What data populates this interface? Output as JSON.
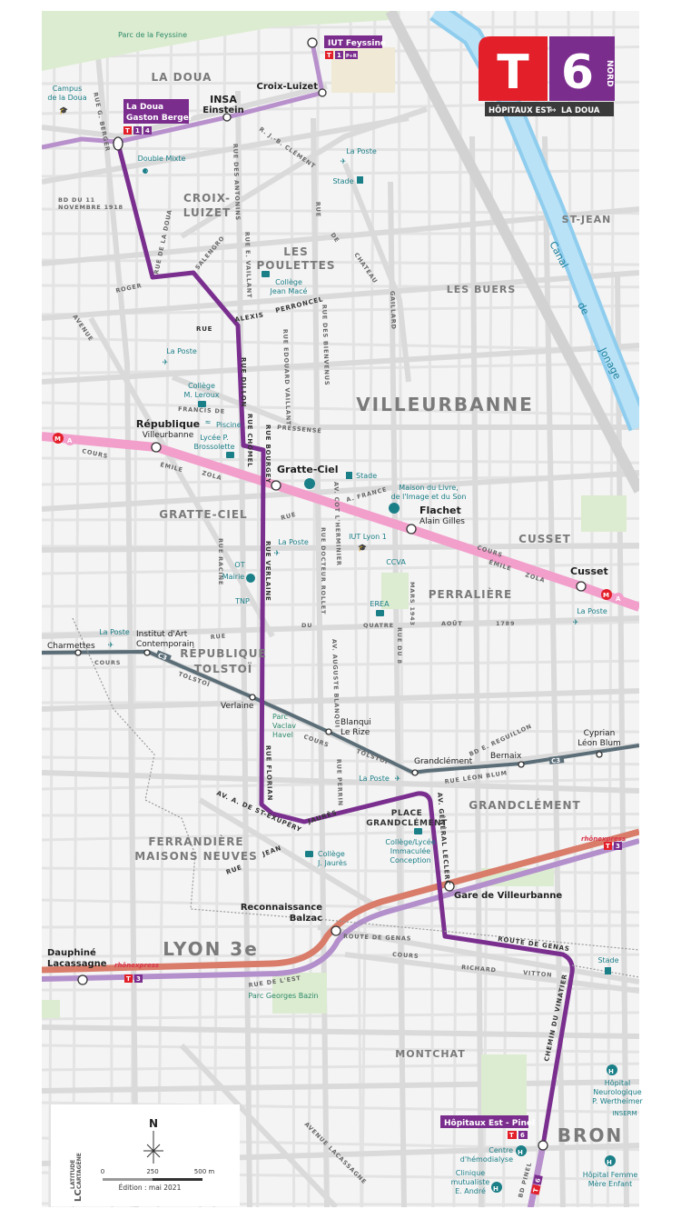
{
  "header": {
    "letter": "T",
    "number": "6",
    "direction": "NORD",
    "from": "HÔPITAUX EST",
    "to": "LA DOUA",
    "arrow_icon": "double-arrow-icon",
    "red": "#e3202a",
    "purple": "#7b2d8e"
  },
  "lines": {
    "t6": {
      "color": "#7a2f8f"
    },
    "t1": {
      "color": "#b890cc"
    },
    "t3": {
      "color": "#b38fcb"
    },
    "metro_a": {
      "color": "#f29fcb",
      "badge_m": "M",
      "badge_a": "A"
    },
    "c3": {
      "color": "#5b6e78",
      "badge": "C3"
    },
    "rhonexpress": {
      "color": "#d97c6a",
      "label": "rhônexpress"
    }
  },
  "badges": {
    "t": "T",
    "one": "1",
    "four": "4",
    "six": "6",
    "three": "3",
    "pr": "P+R"
  },
  "stations": [
    {
      "name": "IUT Feyssine"
    },
    {
      "name": "Croix-Luizet"
    },
    {
      "name": "INSA",
      "sub": "Einstein"
    },
    {
      "name": "La Doua",
      "sub": "Gaston Berger"
    },
    {
      "name": "République",
      "sub": "Villeurbanne"
    },
    {
      "name": "Gratte-Ciel"
    },
    {
      "name": "Flachet",
      "sub": "Alain Gilles"
    },
    {
      "name": "Cusset"
    },
    {
      "name": "Charmettes"
    },
    {
      "name": "Institut d'Art",
      "sub": "Contemporain"
    },
    {
      "name": "Verlaine"
    },
    {
      "name": "Blanqui",
      "sub": "Le Rize"
    },
    {
      "name": "Grandclément"
    },
    {
      "name": "Bernaix"
    },
    {
      "name": "Cyprian",
      "sub": "Léon Blum"
    },
    {
      "name": "Gare de Villeurbanne"
    },
    {
      "name": "Reconnaissance",
      "sub": "Balzac"
    },
    {
      "name": "Dauphiné",
      "sub": "Lacassagne"
    },
    {
      "name": "Hôpitaux Est - Pinel"
    }
  ],
  "districts": [
    "LA DOUA",
    "CROIX-",
    "LUIZET",
    "LES",
    "POULETTES",
    "VILLEURBANNE",
    "LES BUERS",
    "ST-JEAN",
    "GRATTE-CIEL",
    "CUSSET",
    "PERRALIÈRE",
    "RÉPUBLIQUE",
    "TOLSTOÏ",
    "GRANDCLÉMENT",
    "PLACE",
    "GRANDCLÉMENT",
    "FERRANDIÈRE",
    "MAISONS NEUVES",
    "LYON 3e",
    "MONTCHAT",
    "BRON"
  ],
  "streets": [
    "RUE G. BERGER",
    "R. J.-B. CLÉMENT",
    "RUE DES ANTONINS",
    "BD DU 11",
    "NOVEMBRE 1918",
    "RUE DE LA DOUA",
    "SALENGRO",
    "RUE E. VAILLANT",
    "RUE",
    "DE",
    "CHATEAU",
    "GAILLARD",
    "ROGER",
    "AVENUE",
    "RUE",
    "ALEXIS",
    "PERRONCEL",
    "RUE DILLON",
    "RUE EDOUARD VAILLANT",
    "RUE DES BIENVENUS",
    "FRANCIS DE",
    "PRESSENSÉ",
    "RUE CHOMEL",
    "RUE BOURGEY",
    "COURS",
    "ÉMILE",
    "ZOLA",
    "AV. COT L'HERMINIER",
    "A. FRANCE",
    "RUE",
    "RUE RACINE",
    "RUE VERLAINE",
    "RUE DOCTEUR ROLLET",
    "MARS 1943",
    "RUE DU 8",
    "RUE",
    "DU",
    "QUATRE",
    "AOÛT",
    "1789",
    "COURS",
    "TOLSTOÏ",
    "COURS",
    "TOLSTOÏ",
    "AV. AUGUSTE BLANQUI",
    "RUE FLORIAN",
    "RUE PERRIN",
    "BD E. REGUILLON",
    "RUE LÉON BLUM",
    "AV. A. DE ST-EXUPÉRY",
    "JAURÈS",
    "RUE",
    "JEAN",
    "AV. GÉNÉRAL LECLERC",
    "ROUTE DE GENAS",
    "ROUTE DE GENAS",
    "COURS",
    "RICHARD",
    "VITTON",
    "RUE DE L'EST",
    "CHEMIN DU VINATIER",
    "BD PINEL",
    "AVENUE LACASSAGNE",
    "COURS",
    "ÉMILE",
    "ZOLA"
  ],
  "canal": [
    "Canal",
    "de",
    "Jonage"
  ],
  "pois": [
    "Parc de la Feyssine",
    "Campus",
    "de la Doua",
    "Double Mixte",
    "La Poste",
    "Stade",
    "Collège",
    "Jean Macé",
    "La Poste",
    "Collège",
    "M. Leroux",
    "Piscine",
    "Lycée P.",
    "Brossolette",
    "Stade",
    "Maison du Livre,",
    "de l'Image et du Son",
    "IUT Lyon 1",
    "CCVA",
    "La Poste",
    "OT",
    "Mairie",
    "TNP",
    "EREA",
    "La Poste",
    "La Poste",
    "Parc",
    "Vaclav",
    "Havel",
    "La Poste",
    "Collège/Lycée",
    "Immaculée",
    "Conception",
    "Collège",
    "J. Jaurès",
    "Parc Georges Bazin",
    "Stade",
    "Hôpital",
    "Neurologique",
    "P. Wertheimer",
    "INSERM",
    "Centre",
    "d'hémodialyse",
    "Clinique",
    "mutualiste",
    "E. André",
    "Hôpital Femme",
    "Mère Enfant"
  ],
  "legend": {
    "north": "N",
    "scale": [
      "0",
      "250",
      "500 m"
    ],
    "edition": "Édition : mai 2021",
    "publisher": [
      "LATITUDE",
      "CARTAGÈNE"
    ],
    "publisher_logo": "LC"
  }
}
